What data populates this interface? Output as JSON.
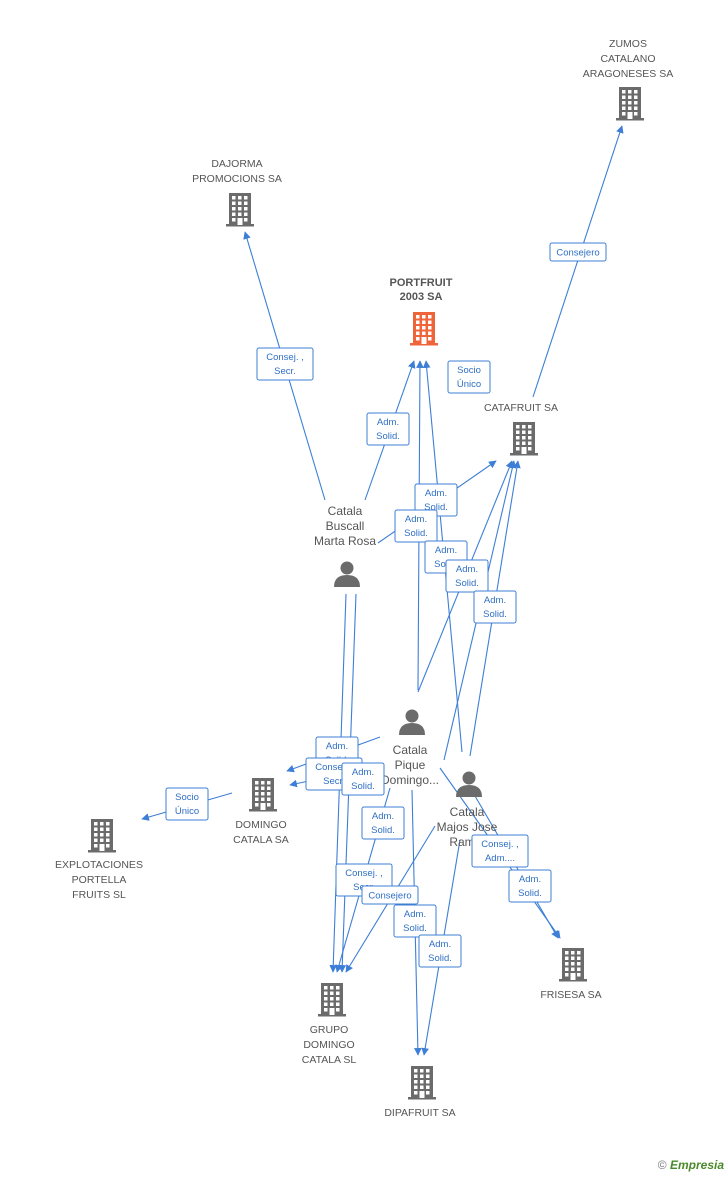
{
  "colors": {
    "edge": "#3d7fd6",
    "company": "#6b6b6b",
    "focus_company": "#f0643c",
    "person": "#6b6b6b",
    "label": "#555555"
  },
  "nodes": [
    {
      "id": "portfruit",
      "kind": "company",
      "focus": true,
      "lines": [
        "PORTFRUIT",
        "2003 SA"
      ]
    },
    {
      "id": "zumos",
      "kind": "company",
      "lines": [
        "ZUMOS",
        "CATALANO",
        "ARAGONESES SA"
      ]
    },
    {
      "id": "dajorma",
      "kind": "company",
      "lines": [
        "DAJORMA",
        "PROMOCIONS SA"
      ]
    },
    {
      "id": "catafruit",
      "kind": "company",
      "lines": [
        "CATAFRUIT SA"
      ]
    },
    {
      "id": "buscall",
      "kind": "person",
      "lines": [
        "Catala",
        "Buscall",
        "Marta Rosa"
      ]
    },
    {
      "id": "pique",
      "kind": "person",
      "lines": [
        "Catala",
        "Pique",
        "Domingo..."
      ]
    },
    {
      "id": "majos",
      "kind": "person",
      "lines": [
        "Catala",
        "Majos Jose",
        "Ram..."
      ]
    },
    {
      "id": "domingo",
      "kind": "company",
      "lines": [
        "DOMINGO",
        "CATALA SA"
      ]
    },
    {
      "id": "explotaciones",
      "kind": "company",
      "lines": [
        "EXPLOTACIONES",
        "PORTELLA",
        "FRUITS SL"
      ]
    },
    {
      "id": "frisesa",
      "kind": "company",
      "lines": [
        "FRISESA SA"
      ]
    },
    {
      "id": "grupo",
      "kind": "company",
      "lines": [
        "GRUPO",
        "DOMINGO",
        "CATALA SL"
      ]
    },
    {
      "id": "dipafruit",
      "kind": "company",
      "lines": [
        "DIPAFRUIT SA"
      ]
    }
  ],
  "relations": [
    {
      "lines": [
        "Consejero"
      ]
    },
    {
      "lines": [
        "Consej. ,",
        "Secr."
      ]
    },
    {
      "lines": [
        "Socio",
        "Único"
      ]
    },
    {
      "lines": [
        "Adm.",
        "Solid."
      ]
    },
    {
      "lines": [
        "Adm.",
        "Solid."
      ]
    },
    {
      "lines": [
        "Adm.",
        "Solid."
      ]
    },
    {
      "lines": [
        "Adm.",
        "Solid."
      ]
    },
    {
      "lines": [
        "Adm.",
        "Solid."
      ]
    },
    {
      "lines": [
        "Adm.",
        "Solid."
      ]
    },
    {
      "lines": [
        "Adm.",
        "Solid."
      ]
    },
    {
      "lines": [
        "Consej. ,",
        "Secr."
      ]
    },
    {
      "lines": [
        "Adm.",
        "Solid."
      ]
    },
    {
      "lines": [
        "Socio",
        "Único"
      ]
    },
    {
      "lines": [
        "Adm.",
        "Solid."
      ]
    },
    {
      "lines": [
        "Consej. ,",
        "Secr."
      ]
    },
    {
      "lines": [
        "Consejero"
      ]
    },
    {
      "lines": [
        "Adm.",
        "Solid."
      ]
    },
    {
      "lines": [
        "Adm.",
        "Solid."
      ]
    },
    {
      "lines": [
        "Consej. ,",
        "Adm...."
      ]
    },
    {
      "lines": [
        "Adm.",
        "Solid."
      ]
    }
  ],
  "footer": {
    "copyright": "©",
    "brand": "Empresia"
  }
}
